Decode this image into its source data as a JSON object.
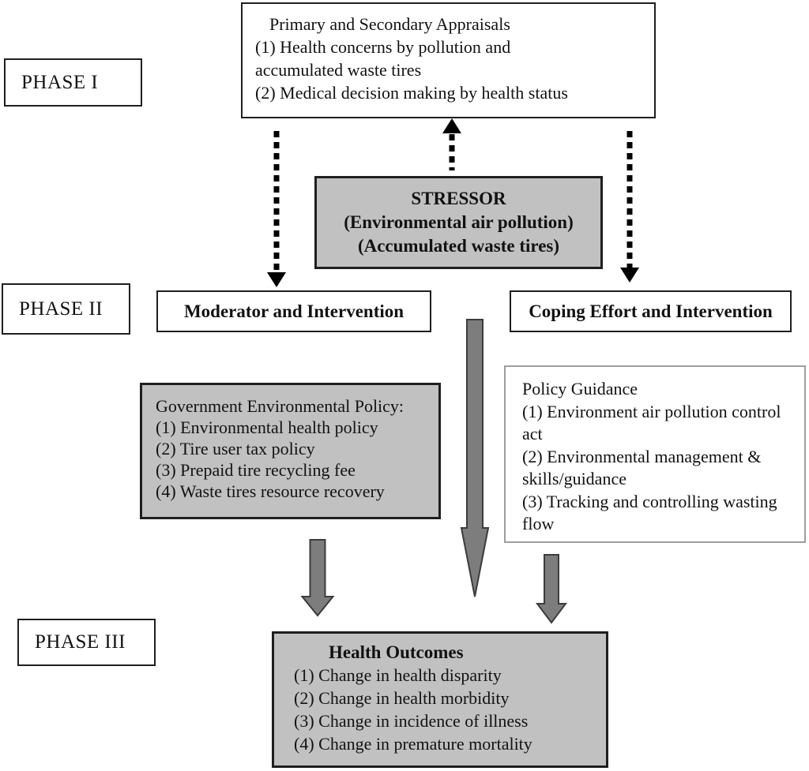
{
  "colors": {
    "box_gray": "#c1c1c1",
    "arrow_gray": "#7d7d7d",
    "arrow_outline": "#3c3c3c",
    "dotted_black": "#000000",
    "border_dark": "#1f1f1f",
    "guidance_border": "#9e9e9e"
  },
  "phases": {
    "phase1": "PHASE I",
    "phase2": "PHASE II",
    "phase3": "PHASE III"
  },
  "appraisals": {
    "lines": [
      "Primary and Secondary Appraisals",
      "(1) Health concerns by pollution and",
      "accumulated waste tires",
      "(2) Medical decision making by health status"
    ]
  },
  "stressor": {
    "lines": [
      "STRESSOR",
      "(Environmental air pollution)",
      "(Accumulated waste tires)"
    ]
  },
  "moderator": {
    "label": "Moderator and Intervention"
  },
  "coping": {
    "label": "Coping Effort and Intervention"
  },
  "gov_policy": {
    "lines": [
      "Government Environmental Policy:",
      "(1) Environmental health policy",
      "(2) Tire user tax policy",
      "(3) Prepaid tire recycling fee",
      "(4) Waste tires resource recovery"
    ]
  },
  "policy_guidance": {
    "lines": [
      "Policy Guidance",
      "(1) Environment air pollution control",
      "act",
      "(2) Environmental management &",
      "skills/guidance",
      "(3) Tracking and controlling wasting",
      "flow"
    ]
  },
  "health_outcomes": {
    "title": "Health Outcomes",
    "lines": [
      "(1) Change in health disparity",
      "(2) Change in health morbidity",
      "(3) Change in incidence of illness",
      "(4) Change in premature mortality"
    ]
  }
}
